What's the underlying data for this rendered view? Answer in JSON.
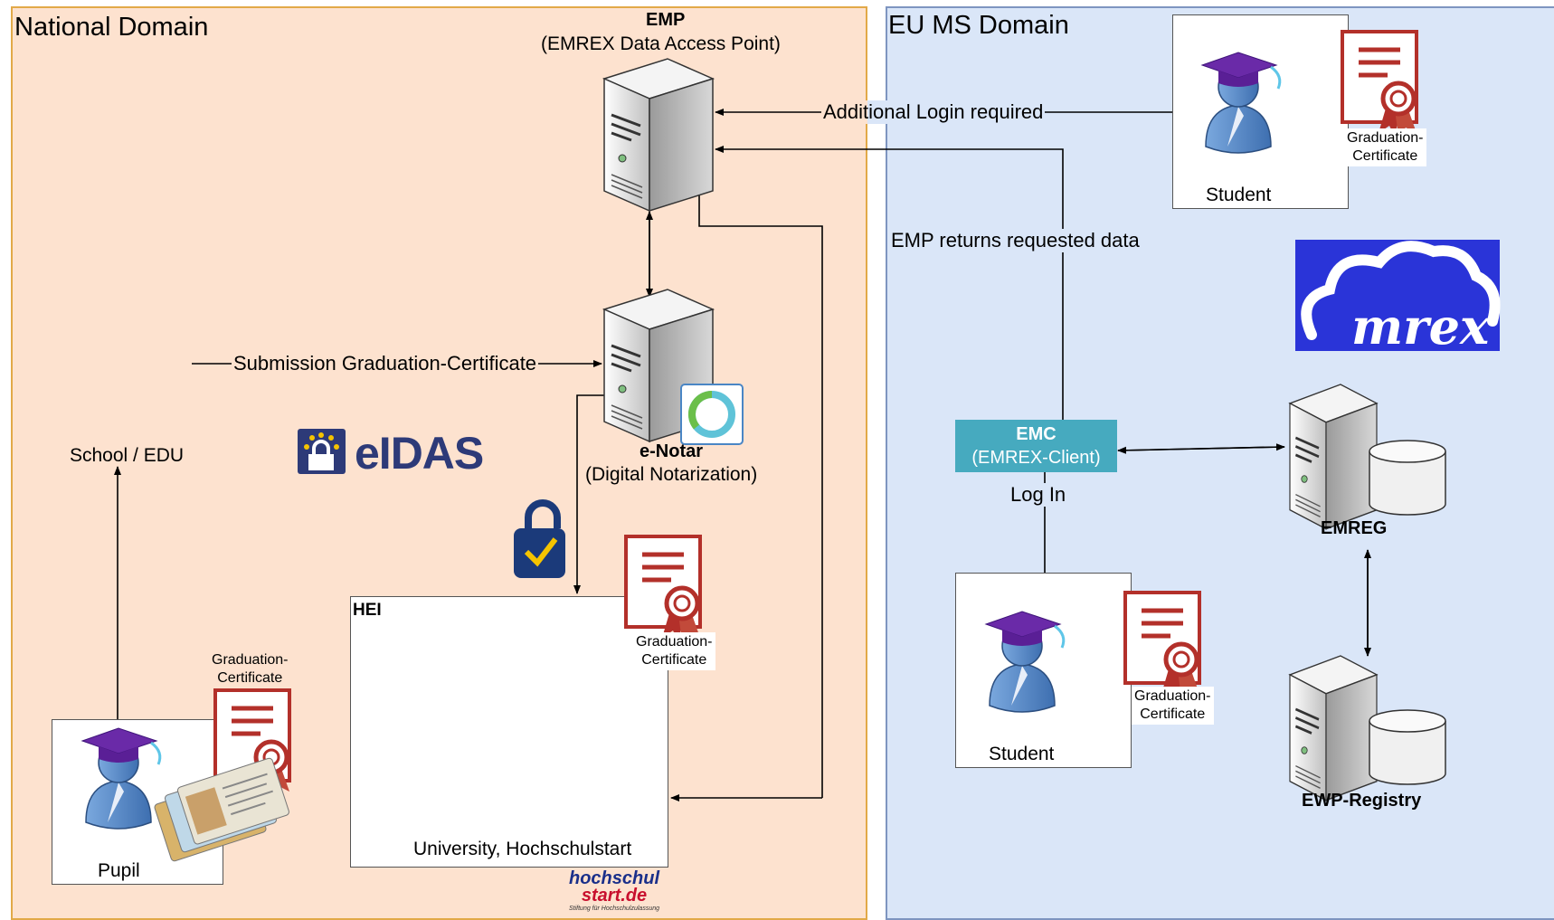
{
  "domains": {
    "national": "National Domain",
    "eu": "EU MS Domain"
  },
  "nodes": {
    "emp": {
      "title": "EMP",
      "subtitle": "(EMREX Data Access Point)"
    },
    "enotar": {
      "title": "e-Notar",
      "subtitle": "(Digital Notarization)"
    },
    "school": "School / EDU",
    "hei": {
      "title": "HEI",
      "caption": "University, Hochschulstart"
    },
    "pupil": "Pupil",
    "student_top": "Student",
    "student_bottom": "Student",
    "emc": {
      "title": "EMC",
      "subtitle": "(EMREX-Client)"
    },
    "emreg": "EMREG",
    "ewp": "EWP-Registry"
  },
  "certificates": {
    "pupil": [
      "Graduation-",
      "Certificate"
    ],
    "hei": [
      "Graduation-",
      "Certificate"
    ],
    "student_top": [
      "Graduation-",
      "Certificate"
    ],
    "student_bottom": [
      "Graduation-",
      "Certificate"
    ]
  },
  "edges": {
    "submission": "Submission Graduation-Certificate",
    "additional_login": "Additional Login required",
    "returns": "EMP returns requested data",
    "login": "Log In"
  },
  "logos": {
    "eidas": "eIDAS",
    "emrex": "mrex",
    "hochschulstart_line1": "hochschul",
    "hochschulstart_line2": "start.de",
    "hochschulstart_tagline": "Stiftung für Hochschulzulassung"
  },
  "colors": {
    "national_bg": "#fde2cf",
    "national_border": "#e2a948",
    "eu_bg": "#dae6f8",
    "eu_border": "#7e95c0",
    "emc": "#46aabf",
    "emrex_logo": "#2a34d8",
    "certificate": "#b3302a",
    "cap": "#6a2aa8"
  }
}
